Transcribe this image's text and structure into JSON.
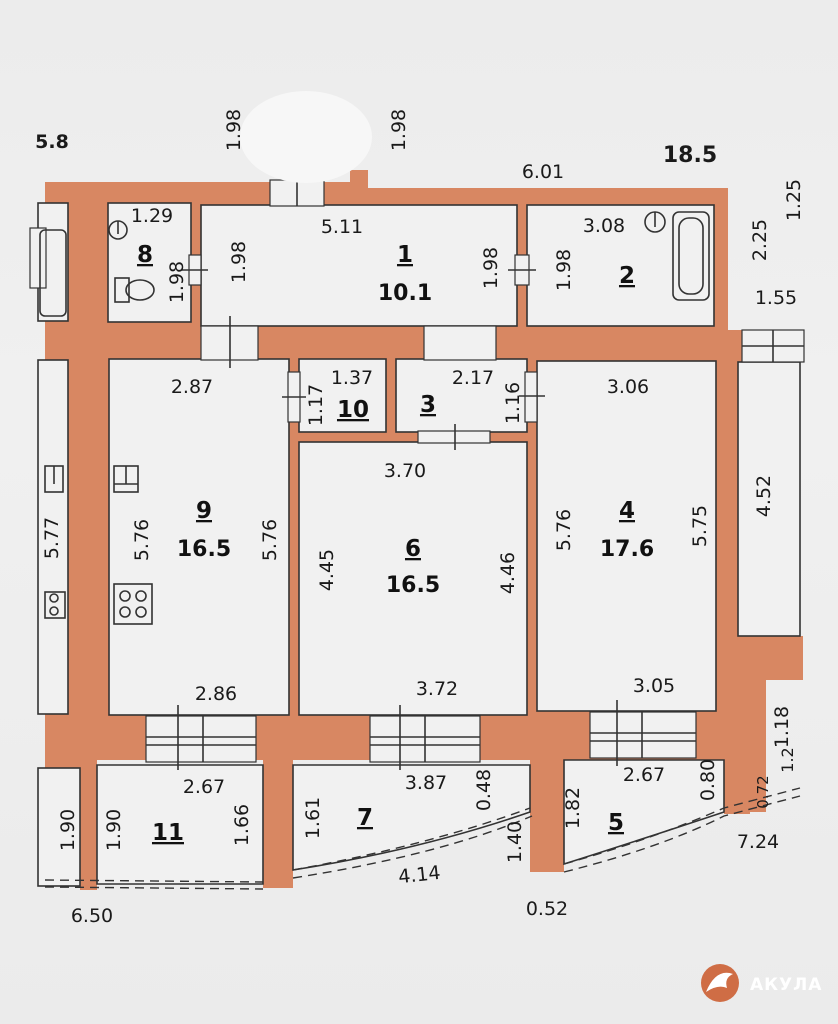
{
  "plan": {
    "total_area": "18.5",
    "edge_labels": {
      "top_left_partial": "5.8",
      "right_partial": "1.25",
      "left_partial": "5.77"
    },
    "rooms": [
      {
        "number": "1",
        "area": "10.1"
      },
      {
        "number": "2",
        "area": ""
      },
      {
        "number": "3",
        "area": ""
      },
      {
        "number": "4",
        "area": "17.6"
      },
      {
        "number": "5",
        "area": ""
      },
      {
        "number": "6",
        "area": "16.5"
      },
      {
        "number": "7",
        "area": ""
      },
      {
        "number": "8",
        "area": ""
      },
      {
        "number": "9",
        "area": "16.5"
      },
      {
        "number": "10",
        "area": ""
      },
      {
        "number": "11",
        "area": ""
      }
    ],
    "dimensions": {
      "top_1_98_a": "1.98",
      "top_1_98_b": "1.98",
      "d6_01": "6.01",
      "d5_11": "5.11",
      "d1_29": "1.29",
      "d1_98_r8": "1.98",
      "d1_98_r1l": "1.98",
      "d1_98_r1r": "1.98",
      "d1_98_r2": "1.98",
      "d3_08": "3.08",
      "d2_25": "2.25",
      "d1_55": "1.55",
      "d2_87": "2.87",
      "d1_37": "1.37",
      "d1_17": "1.17",
      "d2_17": "2.17",
      "d1_16": "1.16",
      "d3_06": "3.06",
      "d3_70": "3.70",
      "d5_76_9l": "5.76",
      "d5_76_9r": "5.76",
      "d4_45": "4.45",
      "d4_46": "4.46",
      "d5_76_4l": "5.76",
      "d5_75": "5.75",
      "d4_52": "4.52",
      "d2_86": "2.86",
      "d3_72": "3.72",
      "d3_05": "3.05",
      "d1_18": "1.18",
      "d2_67_l": "2.67",
      "d3_87": "3.87",
      "d0_48": "0.48",
      "d2_67_r": "2.67",
      "d0_80": "0.80",
      "d0_72": "0.72",
      "d1_2": "1.2",
      "d1_90_a": "1.90",
      "d1_90_b": "1.90",
      "d1_66": "1.66",
      "d1_61": "1.61",
      "d1_40": "1.40",
      "d1_82": "1.82",
      "d7_24": "7.24",
      "d4_14": "4.14",
      "d6_50": "6.50",
      "d0_52": "0.52"
    }
  },
  "watermark": {
    "brand": "АКУЛА"
  },
  "icons": [
    "toilet-icon",
    "bathtub-icon",
    "stove-icon",
    "sink-icon",
    "logo-icon"
  ],
  "colors": {
    "wall": "#d88762",
    "background": "#efefef",
    "logo": "#cf6d45"
  }
}
